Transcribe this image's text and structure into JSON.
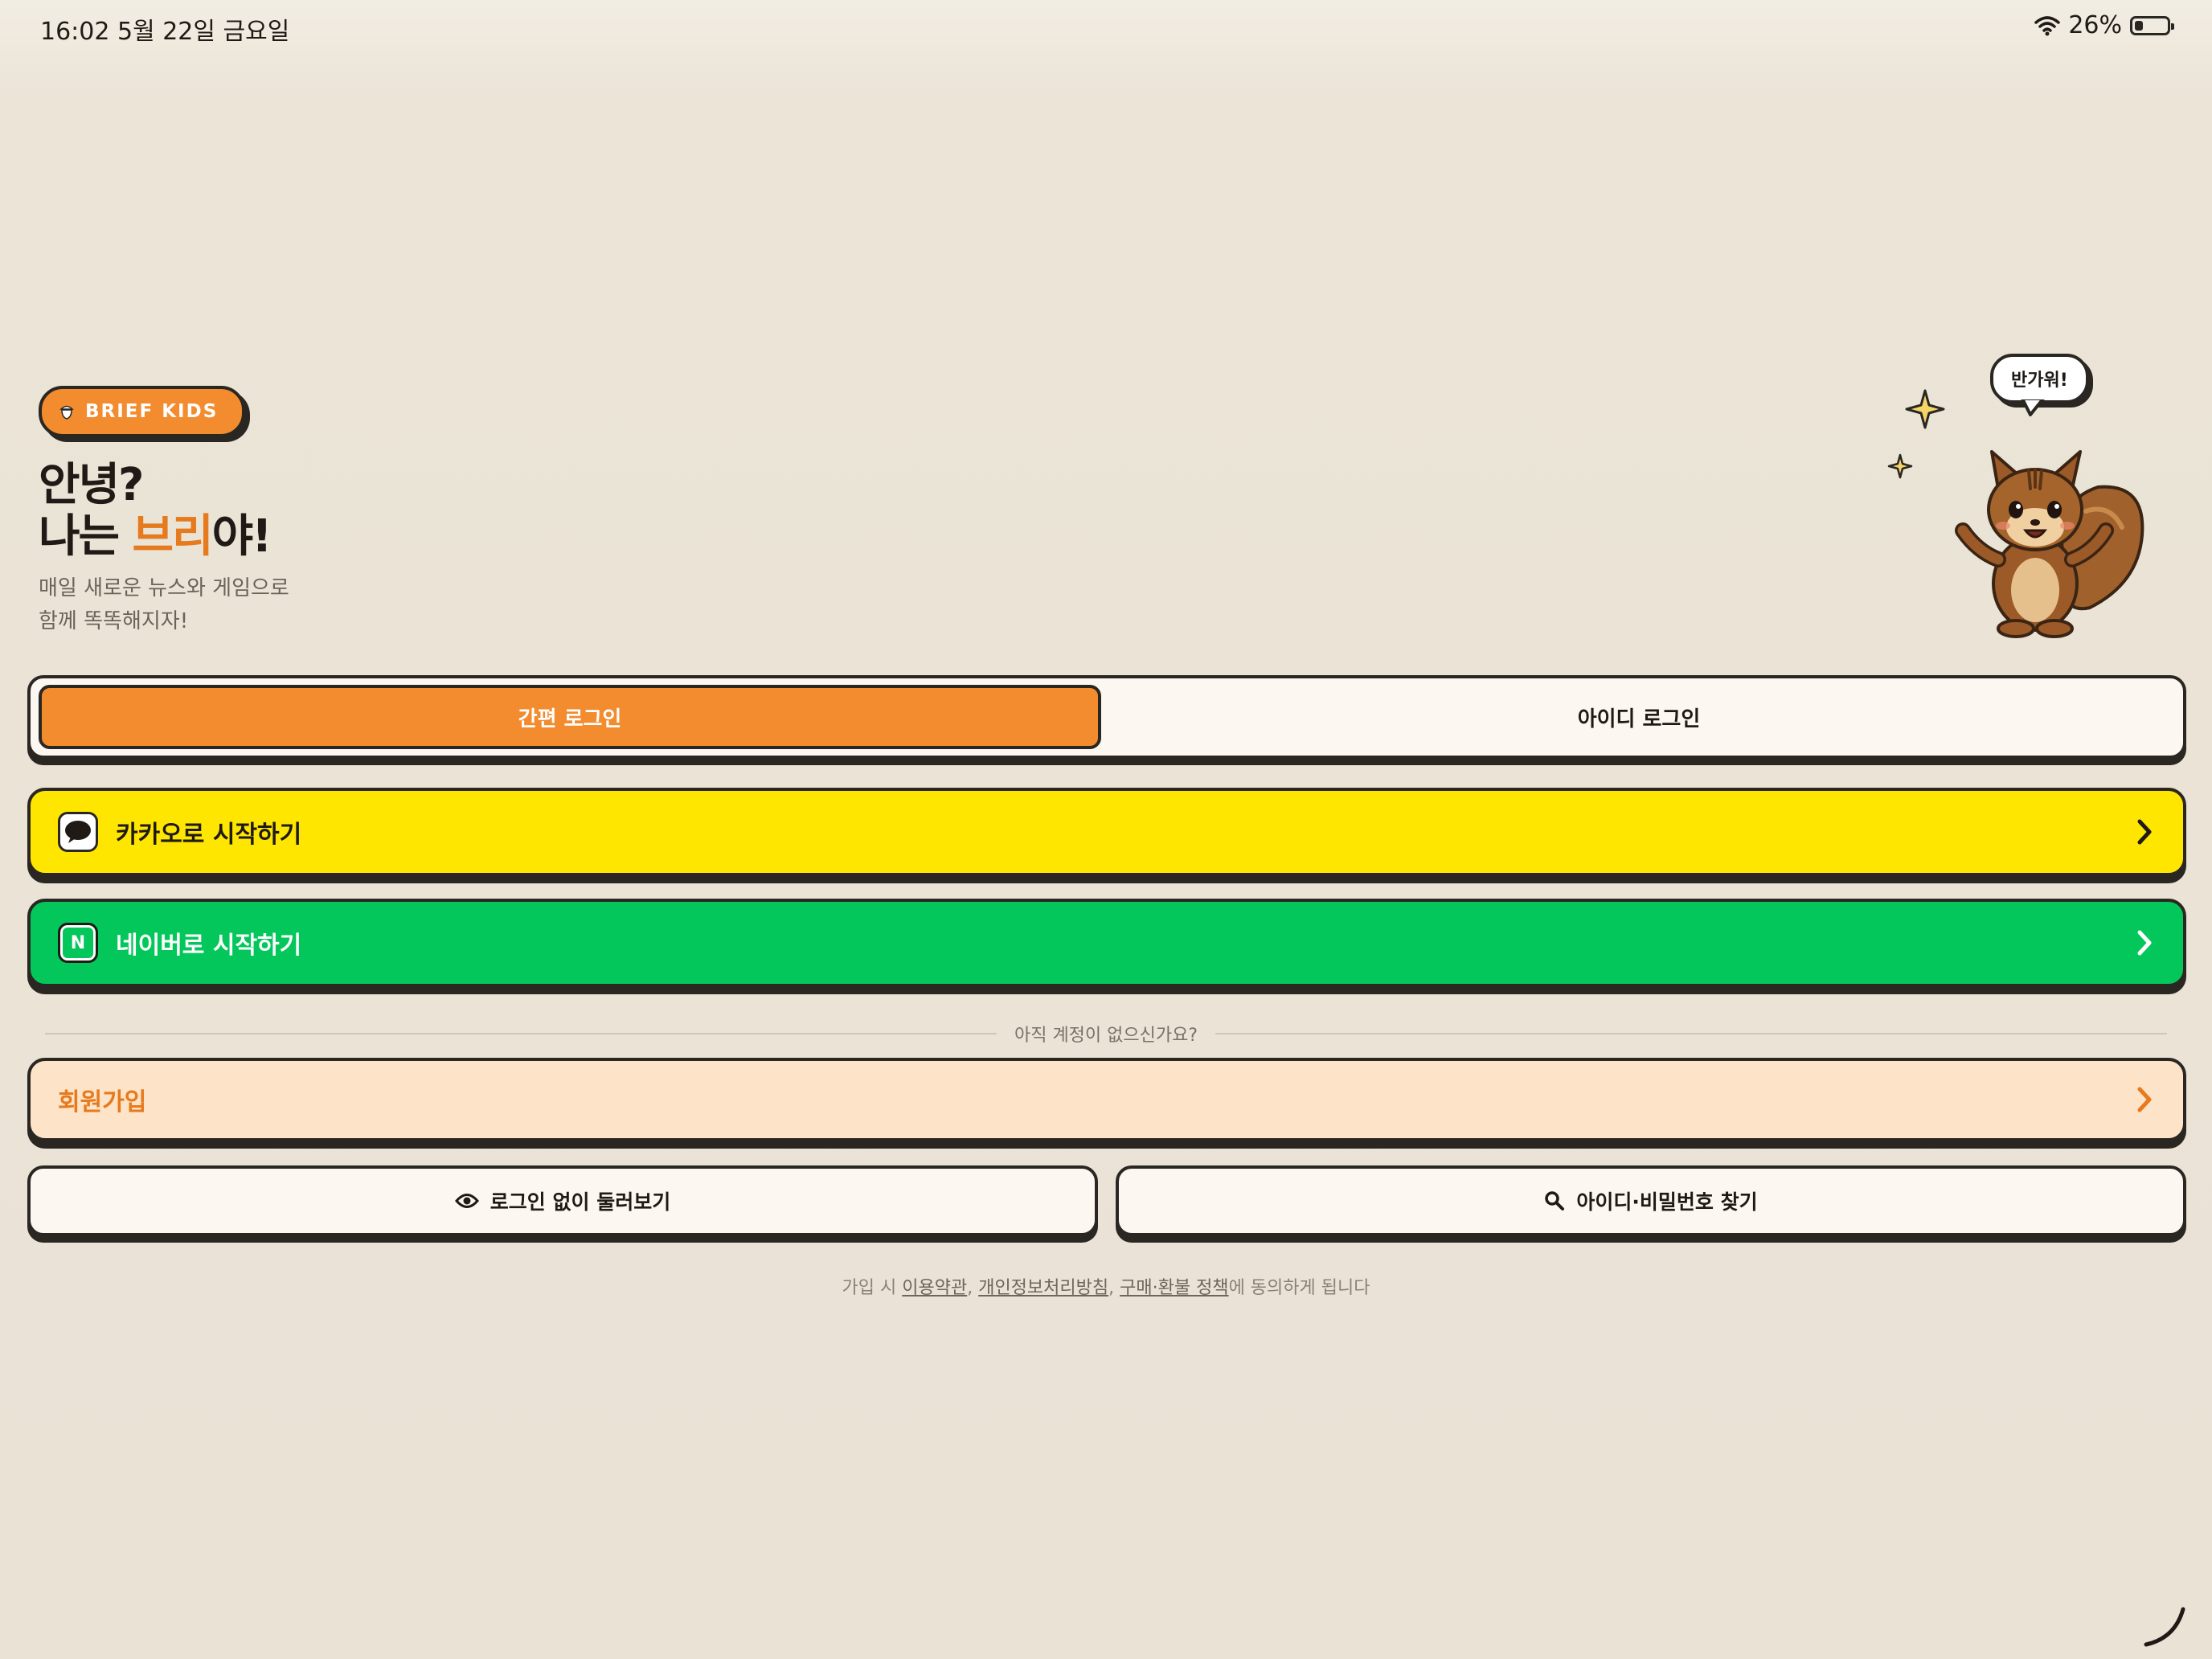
{
  "status_bar": {
    "time_date": "16:02  5월 22일 금요일",
    "battery": "26%",
    "battery_level": 0.26
  },
  "brand": {
    "badge": "BRIEF KIDS"
  },
  "hero": {
    "line1": "안녕?",
    "line2_pre": "나는 ",
    "line2_highlight": "브리",
    "line2_post": "야!",
    "subtitle_line1": "매일 새로운 뉴스와 게임으로",
    "subtitle_line2": "함께 똑똑해지자!",
    "speech": "반가워!"
  },
  "tabs": [
    {
      "label": "간편 로그인",
      "active": true
    },
    {
      "label": "아이디 로그인",
      "active": false
    }
  ],
  "social": {
    "kakao": "카카오로 시작하기",
    "naver": "네이버로 시작하기",
    "naver_letter": "N"
  },
  "divider_text": "아직 계정이 없으신가요?",
  "signup": "회원가입",
  "browse": "로그인 없이 둘러보기",
  "find_account": "아이디·비밀번호 찾기",
  "terms": {
    "prefix": "가입 시 ",
    "terms_of_use": "이용약관",
    "sep1": ", ",
    "privacy": "개인정보처리방침",
    "sep2": ", ",
    "refund": "구매·환불 정책",
    "suffix": "에 동의하게 됩니다"
  },
  "colors": {
    "orange": "#f28c2e",
    "kakao_yellow": "#ffe600",
    "naver_green": "#03c75a",
    "signup_bg": "#fde3c7",
    "outline": "#2a2622"
  }
}
